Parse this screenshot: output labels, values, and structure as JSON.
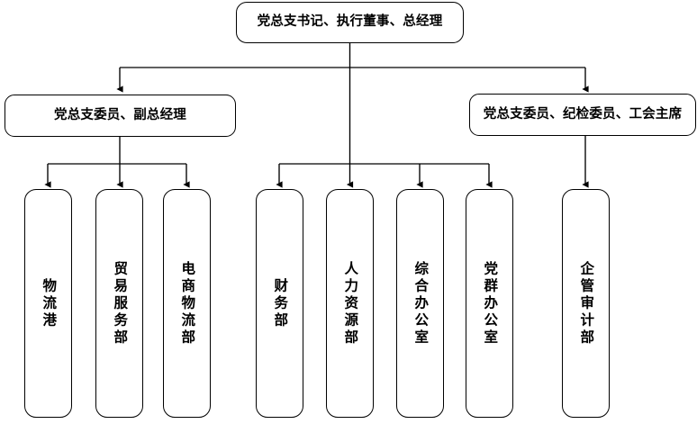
{
  "chart": {
    "type": "org-chart",
    "title": "",
    "orientation": "top-down",
    "box_fill": "#ffffff",
    "box_stroke": "#000000",
    "line_color": "#000000"
  },
  "level1": {
    "label": "党总支书记、执行董事、总经理"
  },
  "level2": [
    {
      "label": "党总支委员、副总经理"
    },
    {
      "label": "党总支委员、纪检委员、工会主席"
    }
  ],
  "level3": {
    "left_group": [
      {
        "label": "物流港"
      },
      {
        "label": "贸易服务部"
      },
      {
        "label": "电商物流部"
      }
    ],
    "middle_group": [
      {
        "label": "财务部"
      },
      {
        "label": "人力资源部"
      },
      {
        "label": "综合办公室"
      },
      {
        "label": "党群办公室"
      }
    ],
    "right_group": [
      {
        "label": "企管审计部"
      }
    ]
  }
}
